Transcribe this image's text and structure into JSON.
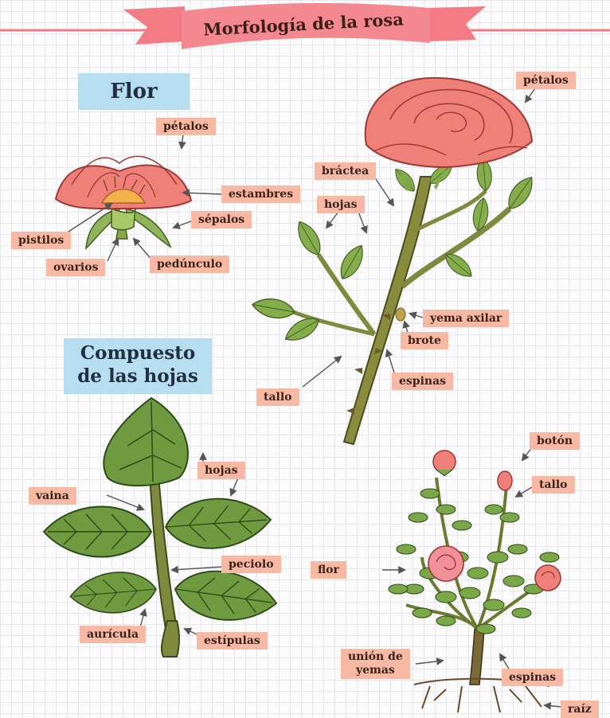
{
  "title": "Morfología de la rosa",
  "sections": {
    "flor": "Flor",
    "compuesto_line1": "Compuesto",
    "compuesto_line2": "de las hojas"
  },
  "labels": {
    "petalos_flor": "pétalos",
    "estambres": "estambres",
    "sepalos": "sépalos",
    "pistilos": "pistilos",
    "ovarios": "ovarios",
    "pedunculo": "pedúnculo",
    "petalos_rosa": "pétalos",
    "bractea": "bráctea",
    "hojas_rosa": "hojas",
    "yema_axilar": "yema axilar",
    "brote": "brote",
    "espinas_rosa": "espinas",
    "tallo_rosa": "tallo",
    "hojas_comp": "hojas",
    "vaina": "vaina",
    "peciolo": "peciolo",
    "auricula": "aurícula",
    "estipulas": "estípulas",
    "boton": "botón",
    "tallo_arbusto": "tallo",
    "flor_arbusto": "flor",
    "union_yemas": "unión de\nyemas",
    "espinas_arbusto": "espinas",
    "raiz": "raíz"
  },
  "colors": {
    "label_bg": "#f8b9a4",
    "section_bg": "#b6ddf0",
    "banner": "#f27b84",
    "petal": "#ef8079",
    "leaf": "#7fa84a",
    "stem": "#7f8a3e"
  }
}
